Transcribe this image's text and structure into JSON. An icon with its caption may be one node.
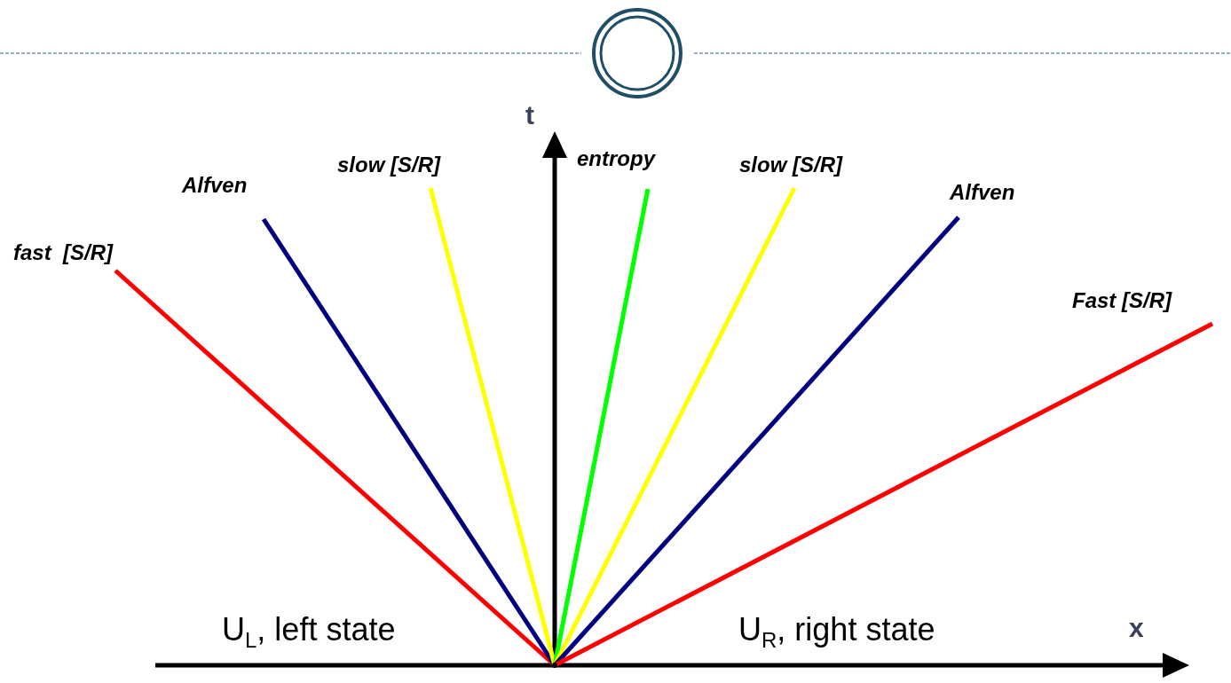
{
  "diagram": {
    "nodes": [
      {
        "text": [
          "fast  [S/R]"
        ]
      },
      {
        "text": [
          "Alfven"
        ]
      },
      {
        "text": [
          "slow [S/R]"
        ]
      },
      {
        "text": [
          "entropy"
        ]
      },
      {
        "text": [
          "slow [S/R]"
        ]
      },
      {
        "text": [
          "Alfven"
        ]
      },
      {
        "text": [
          "Fast [S/R]"
        ]
      },
      {
        "text": [],
        "shape": "point"
      }
    ],
    "edges": [
      {
        "from": 7,
        "to": 0,
        "arrow": "none",
        "color": "#ff0000"
      },
      {
        "from": 7,
        "to": 1,
        "arrow": "none",
        "color": "#000080"
      },
      {
        "from": 7,
        "to": 2,
        "arrow": "none",
        "color": "#ffff00"
      },
      {
        "from": 7,
        "to": 3,
        "arrow": "none",
        "color": "#00ff00"
      },
      {
        "from": 7,
        "to": 4,
        "arrow": "none",
        "color": "#ffff00"
      },
      {
        "from": 7,
        "to": 5,
        "arrow": "none",
        "color": "#000080"
      },
      {
        "from": 7,
        "to": 6,
        "arrow": "none",
        "color": "#ff0000"
      }
    ],
    "labels": [
      "t",
      "x",
      "U$_{L}$, left state",
      "U$_{R}$, right state"
    ]
  }
}
